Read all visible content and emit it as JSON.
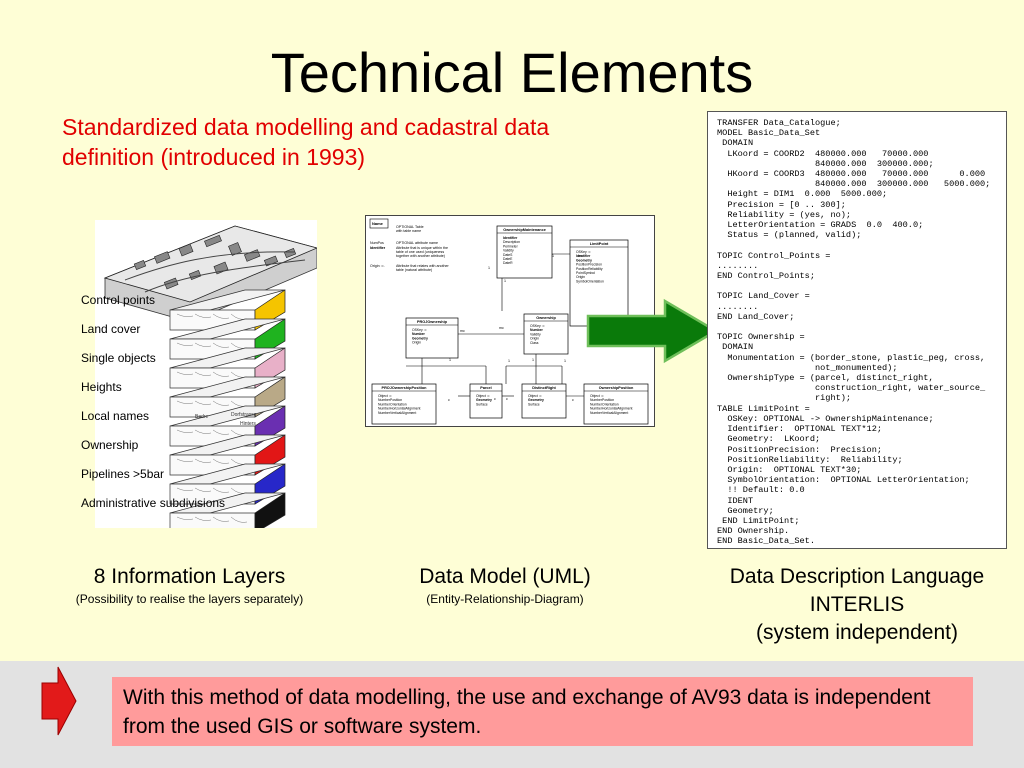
{
  "slide": {
    "title": "Technical Elements",
    "subtitle": "Standardized data modelling and cadastral data definition (introduced in 1993)"
  },
  "layers": {
    "labels": [
      "Control points",
      "Land cover",
      "Single objects",
      "Heights",
      "Local names",
      "Ownership",
      "Pipelines >5bar",
      "Administrative subdivisions"
    ],
    "colors": [
      "#f5c400",
      "#1fb31f",
      "#e8b0c8",
      "#b9a987",
      "#6a2fb1",
      "#e21616",
      "#2727c9",
      "#111111"
    ],
    "map_text": [
      "Bedre",
      "Dorfstrasse",
      "Hinters"
    ]
  },
  "uml": {
    "name_box": {
      "heading": "Name",
      "lines": [
        "Name",
        "NumPos",
        "Identifier",
        "Origin :=."
      ]
    },
    "legend_lines": [
      "OPTIONAL Table",
      "with table name",
      "OPTIONAL attribute name",
      "Attribute that is unique within the",
      "table of one used (uniqueness",
      "together with another attribute)",
      "Attribute that relates with another",
      "table (natural attribute)"
    ],
    "classes": [
      {
        "name": "OwnershipMaintenance",
        "attrs": [
          "Identifier",
          "Description",
          "Perimeter",
          "Validity",
          "DateS",
          "DateE",
          "DateR"
        ]
      },
      {
        "name": "LimitPoint",
        "attrs": [
          "OSKey :=",
          "Identifier",
          "Geometry",
          "PositionPrecision",
          "PositionReliability",
          "PointSymbol",
          "Origin",
          "SymbolOrientation"
        ]
      },
      {
        "name": "PROJOwnership",
        "attrs": [
          "OSKey :=",
          "Number",
          "Geometry",
          "Origin"
        ]
      },
      {
        "name": "Ownership",
        "attrs": [
          "OSKey :=",
          "Number",
          "Validity",
          "Origin",
          "Class"
        ]
      },
      {
        "name": "PROJOwnershipPosition",
        "attrs": [
          "Object :=",
          "NumberPosition",
          "NumberOrientation",
          "NumberHorizontalAlignment",
          "NumberVerticalAlignment"
        ]
      },
      {
        "name": "Parcel",
        "attrs": [
          "Object :=",
          "Geometry",
          "Surface"
        ]
      },
      {
        "name": "DistinctRight",
        "attrs": [
          "Object :=",
          "Geometry",
          "Surface"
        ]
      },
      {
        "name": "OwnershipPosition",
        "attrs": [
          "Object :=",
          "NumberPosition",
          "NumberOrientation",
          "NumberHorizontalAlignment",
          "NumberVerticalAlignment"
        ]
      }
    ],
    "multiplicities": [
      "1",
      "mc",
      "1",
      "1",
      "mc",
      "mc",
      "1",
      "1",
      "1",
      "1",
      "c",
      "c",
      "c",
      "c"
    ]
  },
  "code": {
    "lines": [
      "TRANSFER Data_Catalogue;",
      "MODEL Basic_Data_Set",
      " DOMAIN",
      "  LKoord = COORD2  480000.000   70000.000",
      "                   840000.000  300000.000;",
      "  HKoord = COORD3  480000.000   70000.000      0.000",
      "                   840000.000  300000.000   5000.000;",
      "  Height = DIM1  0.000  5000.000;",
      "  Precision = [0 .. 300];",
      "  Reliability = (yes, no);",
      "  LetterOrientation = GRADS  0.0  400.0;",
      "  Status = (planned, valid);",
      "",
      "TOPIC Control_Points =",
      "........",
      "END Control_Points;",
      "",
      "TOPIC Land_Cover =",
      "........",
      "END Land_Cover;",
      "",
      "TOPIC Ownership =",
      " DOMAIN",
      "  Monumentation = (border_stone, plastic_peg, cross,",
      "                   not_monumented);",
      "  OwnershipType = (parcel, distinct_right,",
      "                   construction_right, water_source_",
      "                   right);",
      "TABLE LimitPoint =",
      "  OSKey: OPTIONAL -> OwnershipMaintenance;",
      "  Identifier:  OPTIONAL TEXT*12;",
      "  Geometry:  LKoord;",
      "  PositionPrecision:  Precision;",
      "  PositionReliability:  Reliability;",
      "  Origin:  OPTIONAL TEXT*30;",
      "  SymbolOrientation:  OPTIONAL LetterOrientation;",
      "  !! Default: 0.0",
      "  IDENT",
      "  Geometry;",
      " END LimitPoint;",
      "END Ownership.",
      "END Basic_Data_Set."
    ]
  },
  "captions": {
    "layers_main": "8 Information Layers",
    "layers_sub": "(Possibility to realise  the layers separately)",
    "uml_main": "Data Model (UML)",
    "uml_sub": "(Entity-Relationship-Diagram)",
    "ddl_line1": "Data Description Language",
    "ddl_line2": "INTERLIS",
    "ddl_line3": "(system independent)"
  },
  "notice": {
    "text": "With this method of data modelling, the use and exchange of AV93 data is independent from the used GIS or software system."
  },
  "colors": {
    "background": "#fefed6",
    "subtitle": "#e10000",
    "arrow_green": "#0a7a0a",
    "arrow_red": "#e21a1a",
    "notice_bg": "#ff9b9b",
    "band_bg": "#e2e2e2"
  }
}
